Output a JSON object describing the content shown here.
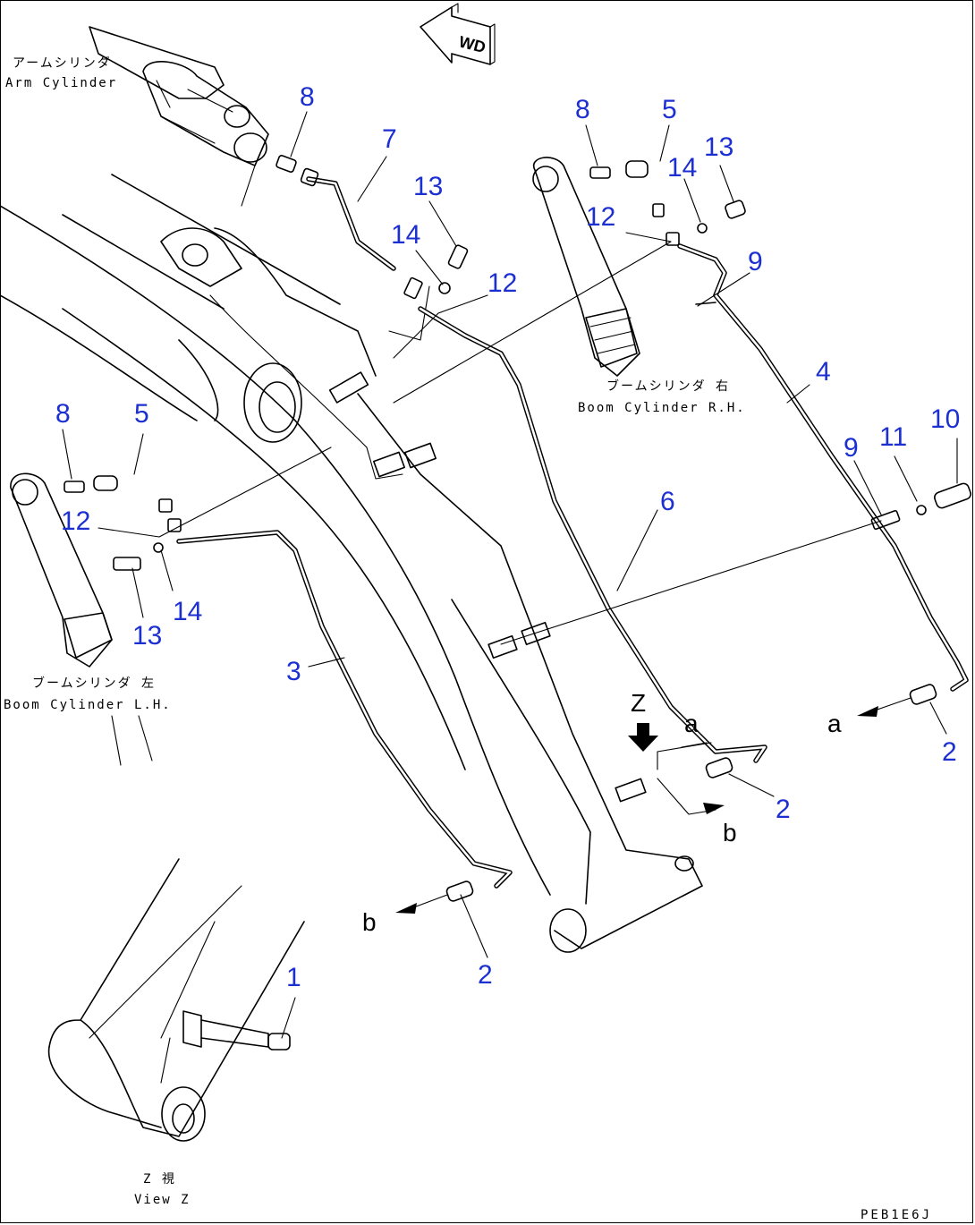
{
  "forward_marker": "WD",
  "part_numbers": [
    {
      "id": "p8a",
      "label": "8"
    },
    {
      "id": "p7",
      "label": "7"
    },
    {
      "id": "p13a",
      "label": "13"
    },
    {
      "id": "p14a",
      "label": "14"
    },
    {
      "id": "p12a",
      "label": "12"
    },
    {
      "id": "p8b",
      "label": "8"
    },
    {
      "id": "p5a",
      "label": "5"
    },
    {
      "id": "p14b",
      "label": "14"
    },
    {
      "id": "p13b",
      "label": "13"
    },
    {
      "id": "p12b",
      "label": "12"
    },
    {
      "id": "p9a",
      "label": "9"
    },
    {
      "id": "p4",
      "label": "4"
    },
    {
      "id": "p9b",
      "label": "9"
    },
    {
      "id": "p11",
      "label": "11"
    },
    {
      "id": "p10",
      "label": "10"
    },
    {
      "id": "p8c",
      "label": "8"
    },
    {
      "id": "p5b",
      "label": "5"
    },
    {
      "id": "p12c",
      "label": "12"
    },
    {
      "id": "p14c",
      "label": "14"
    },
    {
      "id": "p13c",
      "label": "13"
    },
    {
      "id": "p6",
      "label": "6"
    },
    {
      "id": "p3",
      "label": "3"
    },
    {
      "id": "p2a",
      "label": "2"
    },
    {
      "id": "p2b",
      "label": "2"
    },
    {
      "id": "p2c",
      "label": "2"
    },
    {
      "id": "p1",
      "label": "1"
    }
  ],
  "callouts": [
    {
      "id": "arm_jp",
      "text": "アームシリンダ"
    },
    {
      "id": "arm_en",
      "text": "Arm Cylinder"
    },
    {
      "id": "boomr_jp",
      "text": "ブームシリンダ 右"
    },
    {
      "id": "boomr_en",
      "text": "Boom Cylinder R.H."
    },
    {
      "id": "booml_jp",
      "text": "ブームシリンダ 左"
    },
    {
      "id": "booml_en",
      "text": "Boom Cylinder L.H."
    },
    {
      "id": "view_jp",
      "text": "Z 視"
    },
    {
      "id": "view_en",
      "text": "View Z"
    }
  ],
  "connection_marks": [
    {
      "id": "z",
      "text": "Z"
    },
    {
      "id": "a1",
      "text": "a"
    },
    {
      "id": "a2",
      "text": "a"
    },
    {
      "id": "b1",
      "text": "b"
    },
    {
      "id": "b2",
      "text": "b"
    }
  ],
  "drawing_code": "PEB1E6J"
}
